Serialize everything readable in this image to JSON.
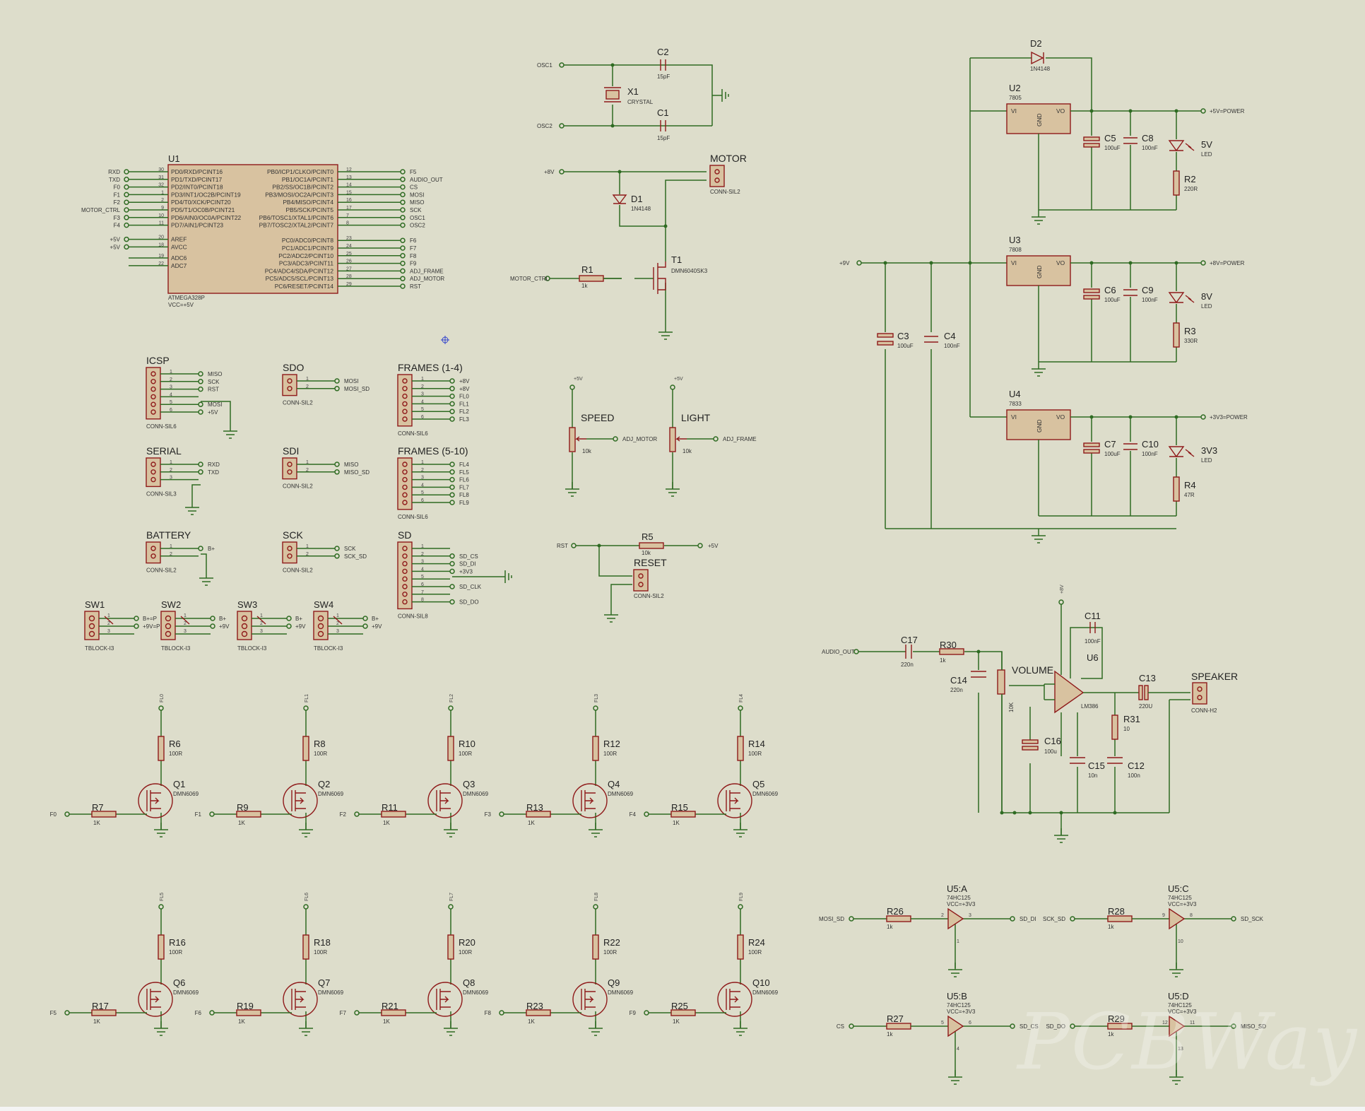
{
  "watermark": "PCBWay",
  "u1": {
    "ref": "U1",
    "part": "ATMEGA328P",
    "vcc": "VCC=+5V",
    "left_pins": [
      {
        "num": "30",
        "name": "PD0/RXD/PCINT16",
        "net": "RXD"
      },
      {
        "num": "31",
        "name": "PD1/TXD/PCINT17",
        "net": "TXD"
      },
      {
        "num": "32",
        "name": "PD2/INT0/PCINT18",
        "net": "F0"
      },
      {
        "num": "1",
        "name": "PD3/INT1/OC2B/PCINT19",
        "net": "F1"
      },
      {
        "num": "2",
        "name": "PD4/T0/XCK/PCINT20",
        "net": "F2"
      },
      {
        "num": "9",
        "name": "PD5/T1/OC0B/PCINT21",
        "net": "MOTOR_CTRL"
      },
      {
        "num": "10",
        "name": "PD6/AIN0/OC0A/PCINT22",
        "net": "F3"
      },
      {
        "num": "11",
        "name": "PD7/AIN1/PCINT23",
        "net": "F4"
      },
      {
        "num": "20",
        "name": "AREF",
        "net": "+5V"
      },
      {
        "num": "18",
        "name": "AVCC",
        "net": "+5V"
      },
      {
        "num": "19",
        "name": "ADC6",
        "net": ""
      },
      {
        "num": "22",
        "name": "ADC7",
        "net": ""
      }
    ],
    "right_pins": [
      {
        "num": "12",
        "name": "PB0/ICP1/CLKO/PCINT0",
        "net": "F5"
      },
      {
        "num": "13",
        "name": "PB1/OC1A/PCINT1",
        "net": "AUDIO_OUT"
      },
      {
        "num": "14",
        "name": "PB2/SS/OC1B/PCINT2",
        "net": "CS"
      },
      {
        "num": "15",
        "name": "PB3/MOSI/OC2A/PCINT3",
        "net": "MOSI"
      },
      {
        "num": "16",
        "name": "PB4/MISO/PCINT4",
        "net": "MISO"
      },
      {
        "num": "17",
        "name": "PB5/SCK/PCINT5",
        "net": "SCK"
      },
      {
        "num": "7",
        "name": "PB6/TOSC1/XTAL1/PCINT6",
        "net": "OSC1"
      },
      {
        "num": "8",
        "name": "PB7/TOSC2/XTAL2/PCINT7",
        "net": "OSC2"
      },
      {
        "num": "23",
        "name": "PC0/ADC0/PCINT8",
        "net": "F6"
      },
      {
        "num": "24",
        "name": "PC1/ADC1/PCINT9",
        "net": "F7"
      },
      {
        "num": "25",
        "name": "PC2/ADC2/PCINT10",
        "net": "F8"
      },
      {
        "num": "26",
        "name": "PC3/ADC3/PCINT11",
        "net": "F9"
      },
      {
        "num": "27",
        "name": "PC4/ADC4/SDA/PCINT12",
        "net": "ADJ_FRAME"
      },
      {
        "num": "28",
        "name": "PC5/ADC5/SCL/PCINT13",
        "net": "ADJ_MOTOR"
      },
      {
        "num": "29",
        "name": "PC6/RESET/PCINT14",
        "net": "RST"
      }
    ]
  },
  "osc": {
    "osc1": "OSC1",
    "osc2": "OSC2",
    "c2_ref": "C2",
    "c2_val": "15pF",
    "c1_ref": "C1",
    "c1_val": "15pF",
    "x1_ref": "X1",
    "x1_val": "CRYSTAL"
  },
  "motor": {
    "plus8v": "+8V",
    "conn_title": "MOTOR",
    "conn_part": "CONN-SIL2",
    "d1_ref": "D1",
    "d1_val": "1N4148",
    "r1_ref": "R1",
    "r1_val": "1k",
    "net": "MOTOR_CTRL",
    "t1_ref": "T1",
    "t1_val": "DMN6040SK3"
  },
  "connectors": [
    {
      "title": "ICSP",
      "part": "CONN-SIL6",
      "nets": [
        "MISO",
        "SCK",
        "RST",
        "",
        "MOSI",
        "+5V"
      ]
    },
    {
      "title": "SDO",
      "part": "CONN-SIL2",
      "nets": [
        "MOSI",
        "MOSI_SD"
      ]
    },
    {
      "title": "FRAMES (1-4)",
      "part": "CONN-SIL6",
      "nets": [
        "+8V",
        "+8V",
        "FL0",
        "FL1",
        "FL2",
        "FL3"
      ]
    },
    {
      "title": "SERIAL",
      "part": "CONN-SIL3",
      "nets": [
        "RXD",
        "TXD",
        ""
      ]
    },
    {
      "title": "SDI",
      "part": "CONN-SIL2",
      "nets": [
        "MISO",
        "MISO_SD"
      ]
    },
    {
      "title": "FRAMES (5-10)",
      "part": "CONN-SIL6",
      "nets": [
        "FL4",
        "FL5",
        "FL6",
        "FL7",
        "FL8",
        "FL9"
      ]
    },
    {
      "title": "BATTERY",
      "part": "CONN-SIL2",
      "nets": [
        "B+",
        ""
      ]
    },
    {
      "title": "SCK",
      "part": "CONN-SIL2",
      "nets": [
        "SCK",
        "SCK_SD"
      ]
    },
    {
      "title": "SD",
      "part": "CONN-SIL8",
      "nets": [
        "",
        "SD_CS",
        "SD_DI",
        "+3V3",
        "",
        "SD_CLK",
        "",
        "SD_DO"
      ]
    }
  ],
  "switches": [
    {
      "ref": "SW1",
      "part": "TBLOCK-I3",
      "nets": [
        "B+=P",
        "+9V=P",
        ""
      ]
    },
    {
      "ref": "SW2",
      "part": "TBLOCK-I3",
      "nets": [
        "B+",
        "+9V",
        ""
      ]
    },
    {
      "ref": "SW3",
      "part": "TBLOCK-I3",
      "nets": [
        "B+",
        "+9V",
        ""
      ]
    },
    {
      "ref": "SW4",
      "part": "TBLOCK-I3",
      "nets": [
        "B+",
        "+9V",
        ""
      ]
    }
  ],
  "pots": [
    {
      "title": "SPEED",
      "supply": "+5V",
      "val": "10k",
      "net": "ADJ_MOTOR"
    },
    {
      "title": "LIGHT",
      "supply": "+5V",
      "val": "10k",
      "net": "ADJ_FRAME"
    }
  ],
  "reset": {
    "rst": "RST",
    "r5_ref": "R5",
    "r5_val": "10k",
    "plus5v": "+5V",
    "title": "RESET",
    "part": "CONN-SIL2"
  },
  "power": {
    "d2_ref": "D2",
    "d2_val": "1N4148",
    "in_net": "+9V",
    "c3_ref": "C3",
    "c3_val": "100uF",
    "c4_ref": "C4",
    "c4_val": "100nF",
    "regs": [
      {
        "ref": "U2",
        "part": "7805",
        "ca_ref": "C5",
        "ca_val": "100uF",
        "cb_ref": "C8",
        "cb_val": "100nF",
        "led": "5V",
        "led_part": "LED",
        "r_ref": "R2",
        "r_val": "220R",
        "out": "+5V=POWER"
      },
      {
        "ref": "U3",
        "part": "7808",
        "ca_ref": "C6",
        "ca_val": "100uF",
        "cb_ref": "C9",
        "cb_val": "100nF",
        "led": "8V",
        "led_part": "LED",
        "r_ref": "R3",
        "r_val": "330R",
        "out": "+8V=POWER"
      },
      {
        "ref": "U4",
        "part": "7833",
        "ca_ref": "C7",
        "ca_val": "100uF",
        "cb_ref": "C10",
        "cb_val": "100nF",
        "led": "3V3",
        "led_part": "LED",
        "r_ref": "R4",
        "r_val": "47R",
        "out": "+3V3=POWER"
      }
    ],
    "pin_vi": "VI",
    "pin_vo": "VO",
    "pin_gnd": "GND"
  },
  "audio": {
    "in_net": "AUDIO_OUT",
    "supply": "+8V",
    "c17_ref": "C17",
    "c17_val": "220n",
    "r30_ref": "R30",
    "r30_val": "1k",
    "c14_ref": "C14",
    "c14_val": "220n",
    "vol_title": "VOLUME",
    "vol_val": "10K",
    "c11_ref": "C11",
    "c11_val": "100nF",
    "u6_ref": "U6",
    "u6_part": "LM386",
    "c13_ref": "C13",
    "c13_val": "220U",
    "spk_title": "SPEAKER",
    "spk_part": "CONN-H2",
    "r31_ref": "R31",
    "r31_val": "10",
    "c16_ref": "C16",
    "c16_val": "100u",
    "c15_ref": "C15",
    "c15_val": "10n",
    "c12_ref": "C12",
    "c12_val": "100n"
  },
  "drivers_top": [
    {
      "fl": "FL0",
      "rt": "R6",
      "rtv": "100R",
      "rg": "R7",
      "rgv": "1K",
      "q": "Q1",
      "qv": "DMN6069",
      "in": "F0"
    },
    {
      "fl": "FL1",
      "rt": "R8",
      "rtv": "100R",
      "rg": "R9",
      "rgv": "1K",
      "q": "Q2",
      "qv": "DMN6069",
      "in": "F1"
    },
    {
      "fl": "FL2",
      "rt": "R10",
      "rtv": "100R",
      "rg": "R11",
      "rgv": "1K",
      "q": "Q3",
      "qv": "DMN6069",
      "in": "F2"
    },
    {
      "fl": "FL3",
      "rt": "R12",
      "rtv": "100R",
      "rg": "R13",
      "rgv": "1K",
      "q": "Q4",
      "qv": "DMN6069",
      "in": "F3"
    },
    {
      "fl": "FL4",
      "rt": "R14",
      "rtv": "100R",
      "rg": "R15",
      "rgv": "1K",
      "q": "Q5",
      "qv": "DMN6069",
      "in": "F4"
    }
  ],
  "drivers_bottom": [
    {
      "fl": "FL5",
      "rt": "R16",
      "rtv": "100R",
      "rg": "R17",
      "rgv": "1K",
      "q": "Q6",
      "qv": "DMN6069",
      "in": "F5"
    },
    {
      "fl": "FL6",
      "rt": "R18",
      "rtv": "100R",
      "rg": "R19",
      "rgv": "1K",
      "q": "Q7",
      "qv": "DMN6069",
      "in": "F6"
    },
    {
      "fl": "FL7",
      "rt": "R20",
      "rtv": "100R",
      "rg": "R21",
      "rgv": "1K",
      "q": "Q8",
      "qv": "DMN6069",
      "in": "F7"
    },
    {
      "fl": "FL8",
      "rt": "R22",
      "rtv": "100R",
      "rg": "R23",
      "rgv": "1K",
      "q": "Q9",
      "qv": "DMN6069",
      "in": "F8"
    },
    {
      "fl": "FL9",
      "rt": "R24",
      "rtv": "100R",
      "rg": "R25",
      "rgv": "1K",
      "q": "Q10",
      "qv": "DMN6069",
      "in": "F9"
    }
  ],
  "buffers": [
    {
      "ref": "U5:A",
      "part": "74HC125",
      "vcc": "VCC=+3V3",
      "r": "R26",
      "rv": "1k",
      "in": "MOSI_SD",
      "out": "SD_DI",
      "pin_in": "2",
      "pin_out": "3",
      "pin_en": "1"
    },
    {
      "ref": "U5:C",
      "part": "74HC125",
      "vcc": "VCC=+3V3",
      "r": "R28",
      "rv": "1k",
      "in": "SCK_SD",
      "out": "SD_SCK",
      "pin_in": "9",
      "pin_out": "8",
      "pin_en": "10"
    },
    {
      "ref": "U5:B",
      "part": "74HC125",
      "vcc": "VCC=+3V3",
      "r": "R27",
      "rv": "1k",
      "in": "CS",
      "out": "SD_CS",
      "pin_in": "5",
      "pin_out": "6",
      "pin_en": "4"
    },
    {
      "ref": "U5:D",
      "part": "74HC125",
      "vcc": "VCC=+3V3",
      "r": "R29",
      "rv": "1k",
      "in": "SD_DO",
      "out": "MISO_SD",
      "pin_in": "12",
      "pin_out": "11",
      "pin_en": "13"
    }
  ]
}
